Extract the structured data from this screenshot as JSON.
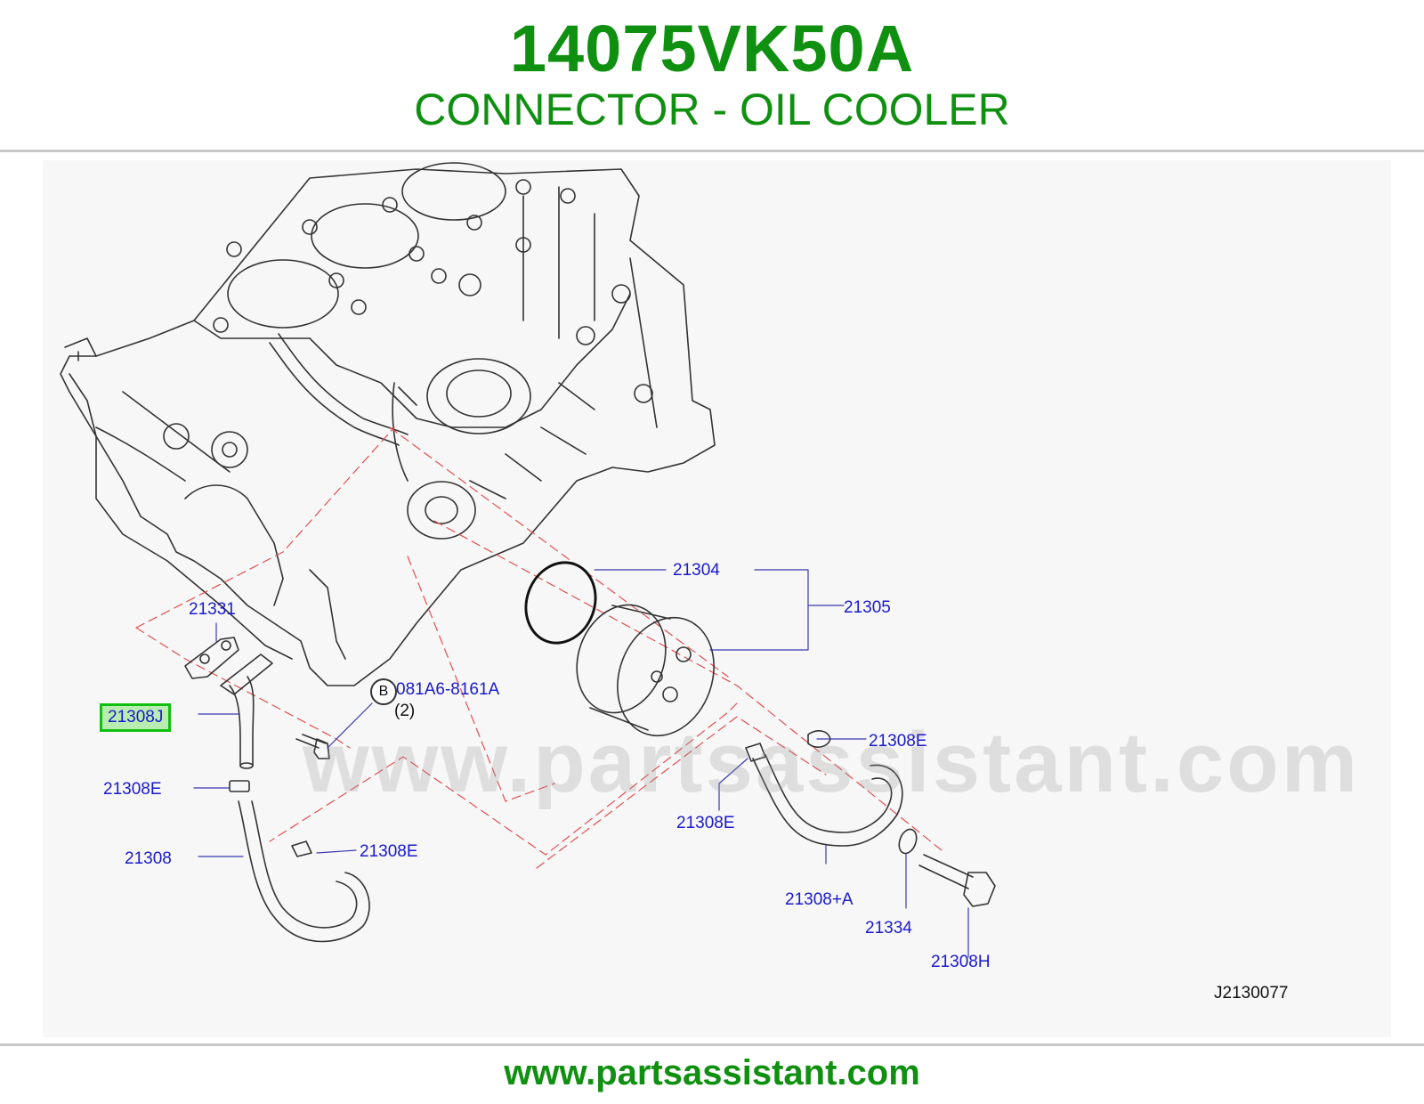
{
  "header": {
    "part_number": "14075VK50A",
    "part_description": "CONNECTOR - OIL COOLER"
  },
  "diagram": {
    "watermark": "www.partsassistant.com",
    "diagram_id": "J2130077",
    "bolt_badge": "B",
    "callouts": {
      "c21331": "21331",
      "c21308J": "21308J",
      "c21308E_a": "21308E",
      "c21308": "21308",
      "c21308E_b": "21308E",
      "c081A6": "081A6-8161A",
      "c081A6_qty": "(2)",
      "c21304": "21304",
      "c21305": "21305",
      "c21308E_c": "21308E",
      "c21308E_d": "21308E",
      "c21308A": "21308+A",
      "c21334": "21334",
      "c21308H": "21308H"
    }
  },
  "footer": {
    "url": "www.partsassistant.com"
  },
  "colors": {
    "brand_green": "#109010",
    "callout_blue": "#1a1acc",
    "highlight_green": "#10c010",
    "dashed_red": "#e05050"
  }
}
